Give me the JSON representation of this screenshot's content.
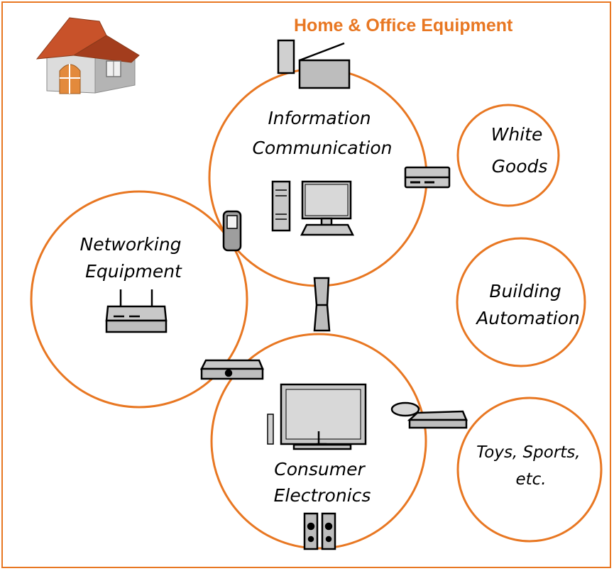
{
  "title": "Home & Office Equipment",
  "colors": {
    "accent": "#e87722",
    "stroke": "#000000",
    "device_fill": "#c8c8c8"
  },
  "categories": {
    "info_comm": [
      "Information",
      "Communication"
    ],
    "white_goods": [
      "White",
      "Goods"
    ],
    "networking": [
      "Networking",
      "Equipment"
    ],
    "building": [
      "Building",
      "Automation"
    ],
    "consumer": [
      "Consumer",
      "Electronics"
    ],
    "toys": [
      "Toys, Sports,",
      "etc."
    ]
  },
  "icons": [
    "house-icon",
    "fax-icon",
    "set-top-box-icon",
    "desktop-computer-icon",
    "mobile-phone-icon",
    "wifi-router-icon",
    "speaker-icon",
    "media-player-icon",
    "television-icon",
    "game-console-icon",
    "stereo-speakers-icon"
  ]
}
